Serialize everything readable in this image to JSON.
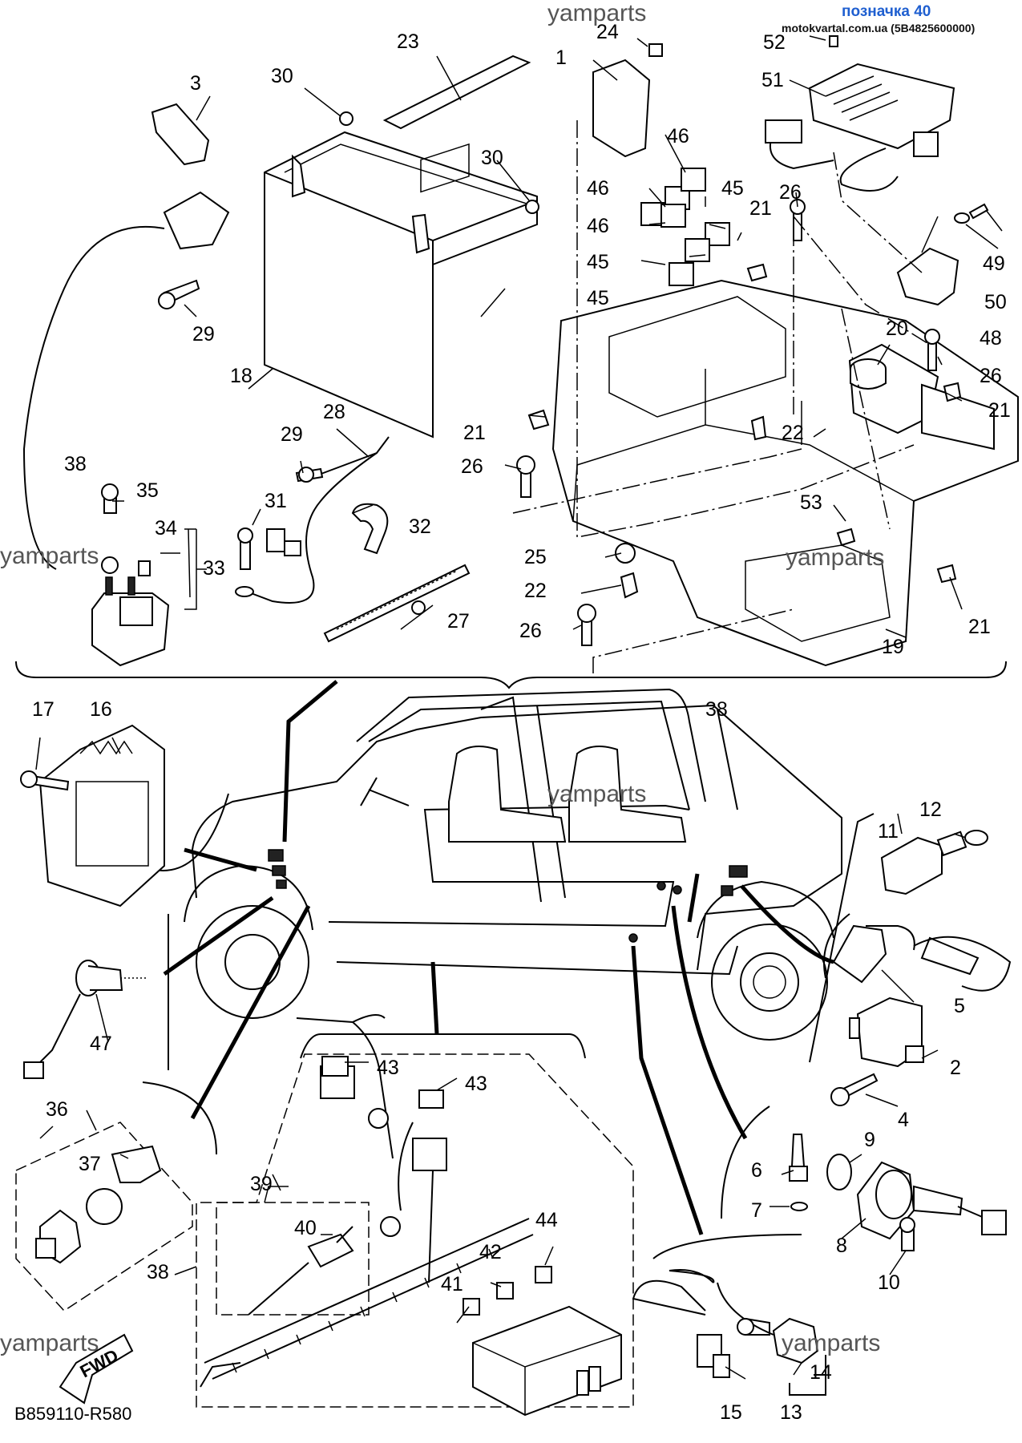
{
  "header": {
    "title": "позначка 40",
    "site": "motokvartal.com.ua (5B4825600000)"
  },
  "watermark": "yamparts",
  "diagram_code": "B859110-R580",
  "fwd_label": "FWD",
  "callouts": {
    "c1": "1",
    "c2": "2",
    "c3": "3",
    "c4": "4",
    "c5": "5",
    "c6": "6",
    "c7": "7",
    "c8": "8",
    "c9": "9",
    "c10": "10",
    "c11": "11",
    "c12": "12",
    "c13": "13",
    "c14": "14",
    "c15": "15",
    "c16": "16",
    "c17": "17",
    "c18": "18",
    "c19": "19",
    "c20": "20",
    "c21": "21",
    "c22": "22",
    "c23": "23",
    "c24": "24",
    "c25": "25",
    "c26": "26",
    "c27": "27",
    "c28": "28",
    "c29": "29",
    "c30": "30",
    "c31": "31",
    "c32": "32",
    "c33": "33",
    "c34": "34",
    "c35": "35",
    "c36": "36",
    "c37": "37",
    "c38": "38",
    "c39": "39",
    "c40": "40",
    "c41": "41",
    "c42": "42",
    "c43": "43",
    "c44": "44",
    "c45": "45",
    "c46": "46",
    "c47": "47",
    "c48": "48",
    "c49": "49",
    "c50": "50",
    "c51": "51",
    "c52": "52",
    "c53": "53"
  }
}
